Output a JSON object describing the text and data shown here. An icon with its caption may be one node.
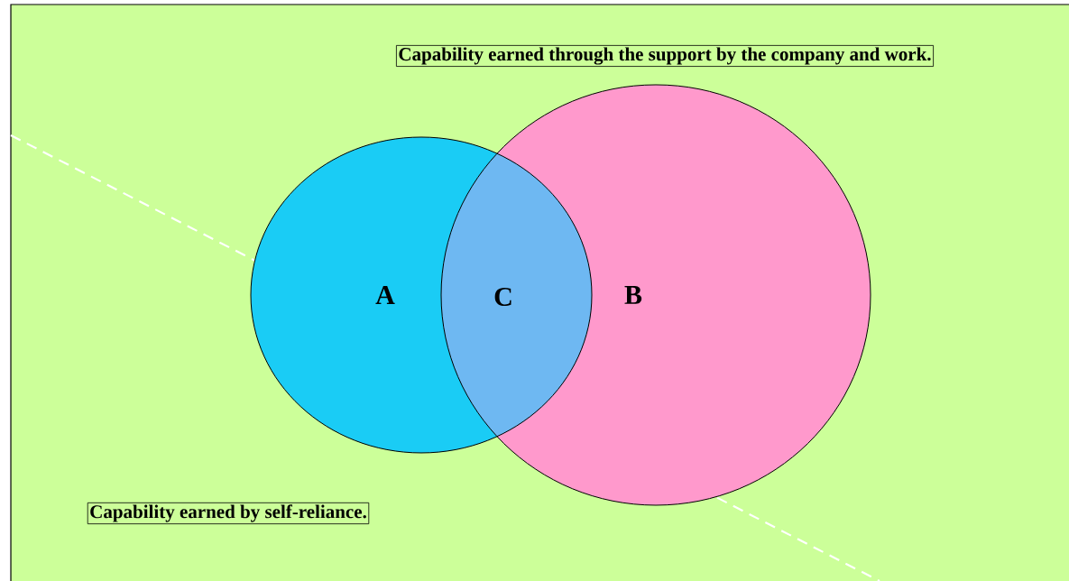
{
  "diagram": {
    "nodes": [
      {
        "text": [
          "Capability earned through the support by the company and work."
        ]
      },
      {
        "text": [
          "A"
        ]
      },
      {
        "text": [
          "B"
        ]
      },
      {
        "text": [
          "Capability earned by self-reliance."
        ]
      }
    ],
    "labels": [
      "C"
    ]
  }
}
